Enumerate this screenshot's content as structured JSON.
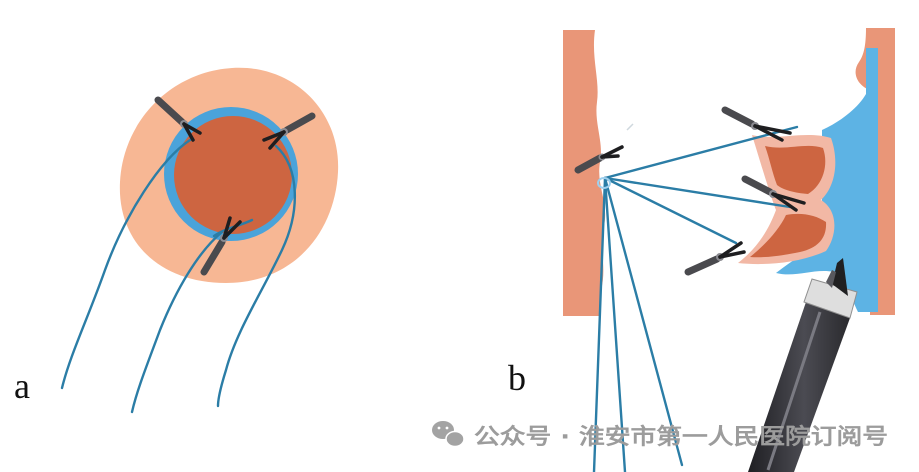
{
  "panels": [
    {
      "label": "a"
    },
    {
      "label": "b"
    }
  ],
  "watermark": {
    "icon": "wechat-icon",
    "text": "公众号 · 淮安市第一人民医院订阅号"
  },
  "colors": {
    "peach_tissue": "#F7B794",
    "lesion": "#CD6541",
    "mucosa_blue": "#4AA3DA",
    "thread": "#2B7DA6",
    "wall": "#E99678",
    "lumen_blue": "#5DB3E4",
    "organ_rim": "#F2B8A5",
    "watermark_gray": "#9C9C9C"
  }
}
